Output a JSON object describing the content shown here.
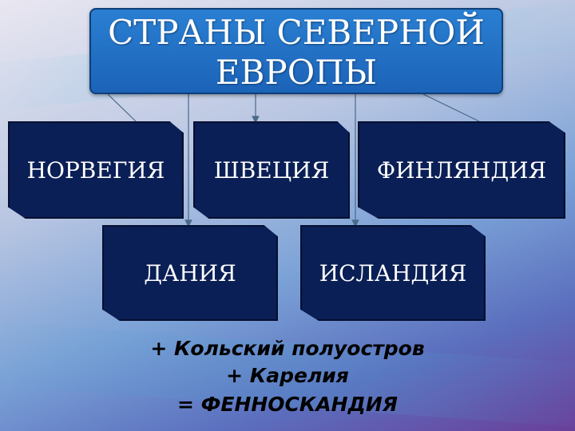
{
  "title": {
    "line1": "СТРАНЫ СЕВЕРНОЙ",
    "line2": "ЕВРОПЫ"
  },
  "countries": [
    {
      "label": "НОРВЕГИЯ"
    },
    {
      "label": "ШВЕЦИЯ"
    },
    {
      "label": "ФИНЛЯНДИЯ"
    },
    {
      "label": "ДАНИЯ"
    },
    {
      "label": "ИСЛАНДИЯ"
    }
  ],
  "notes": {
    "line1": "+ Кольский полуостров",
    "line2": "+ Карелия",
    "line3": "= ФЕННОСКАНДИЯ"
  },
  "colors": {
    "title_box": "#1b63b8",
    "country_box": "#0a1f55",
    "connector": "#4a6a8a"
  }
}
